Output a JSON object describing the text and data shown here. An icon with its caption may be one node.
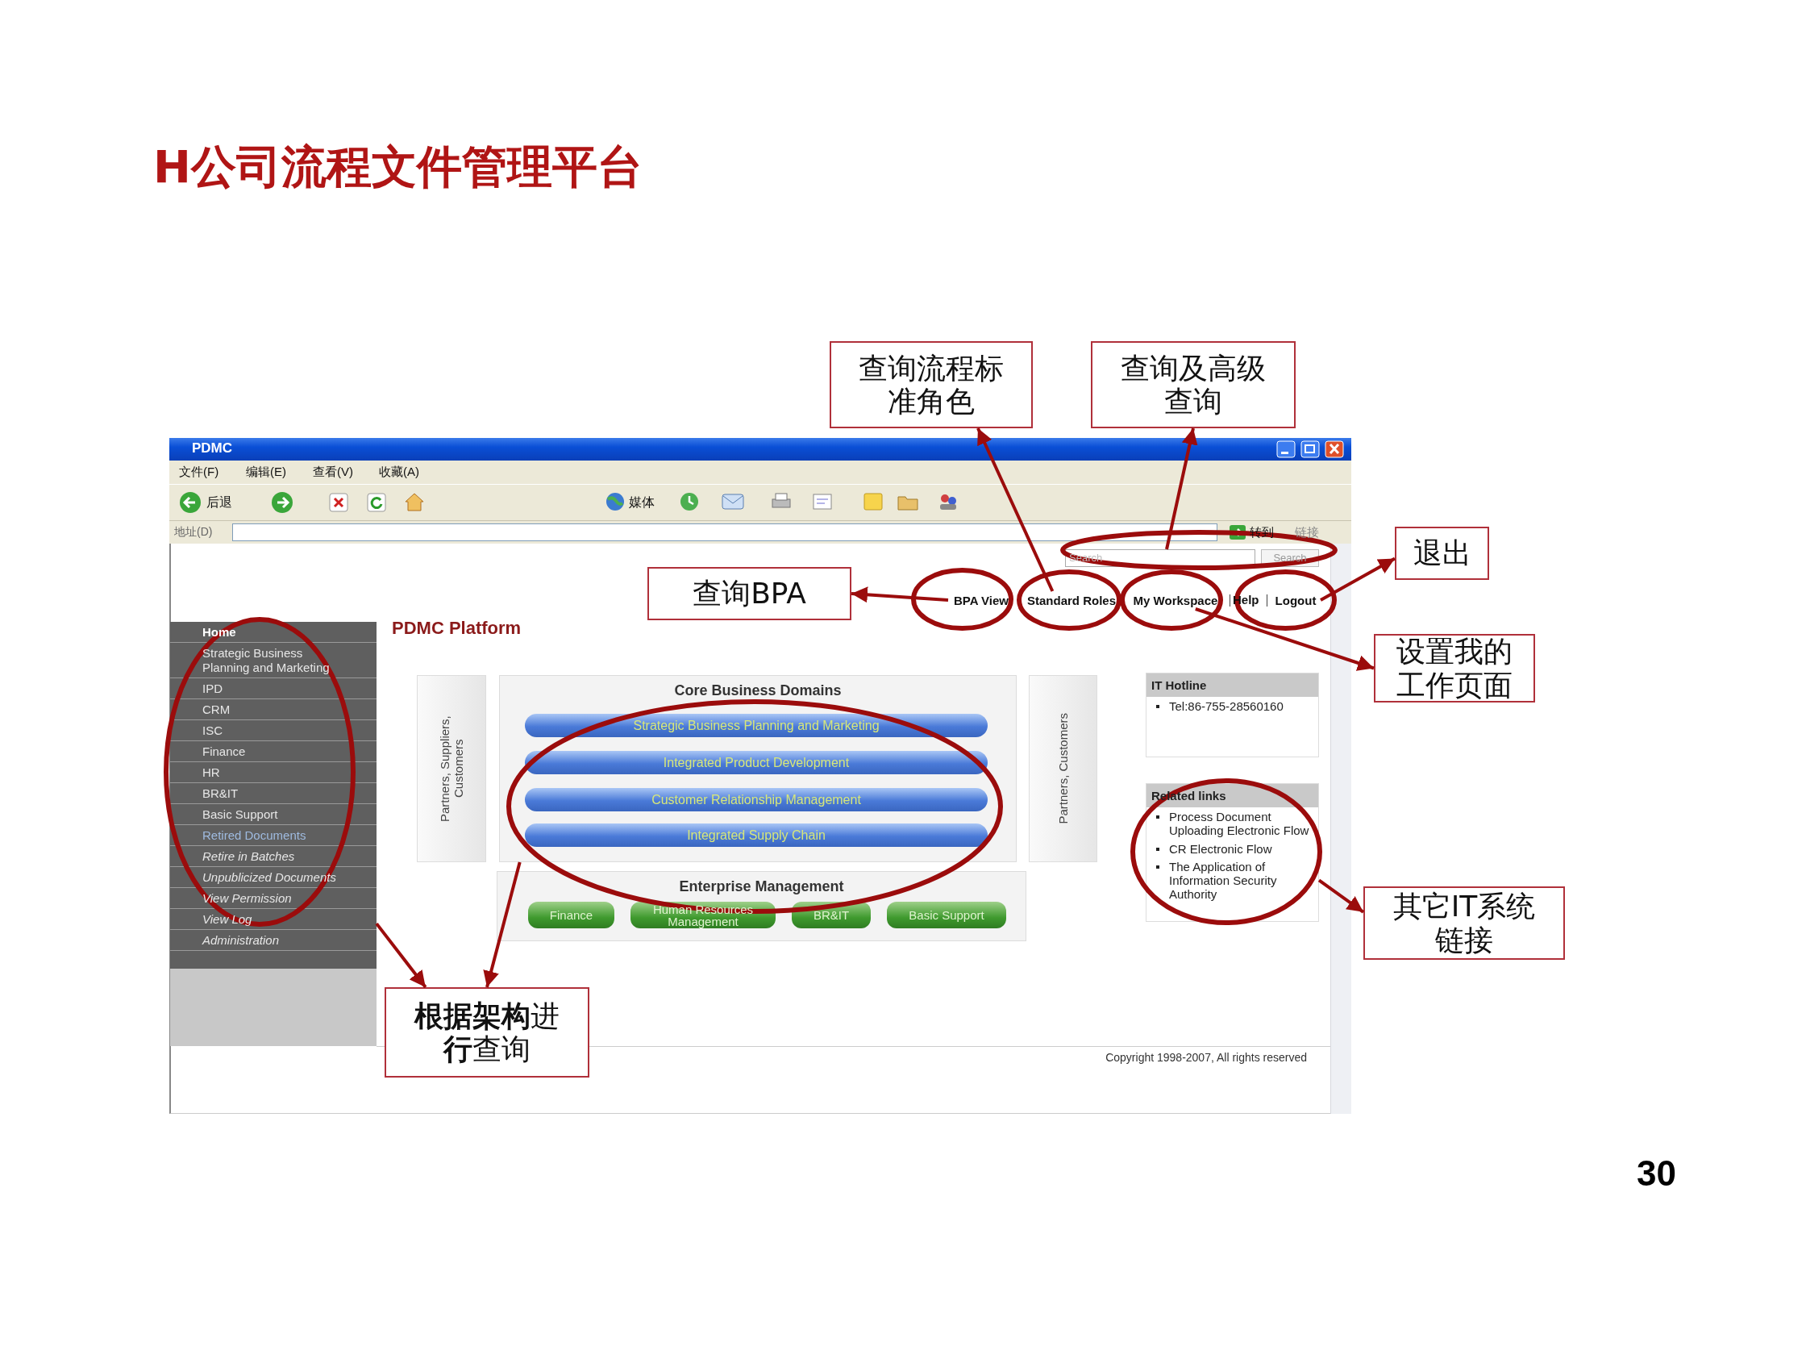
{
  "diagram": {
    "title": "H公司流程文件管理平台",
    "nodes": [
      {
        "text": [
          "查询流程标准角色"
        ]
      },
      {
        "text": [
          "查询及高级查询"
        ]
      },
      {
        "text": [
          "Search",
          "Search"
        ]
      },
      {
        "text": [
          "退出"
        ]
      },
      {
        "text": [
          "查询BPA"
        ]
      },
      {
        "text": [
          "BPA View"
        ]
      },
      {
        "text": [
          "Standard Roles"
        ]
      },
      {
        "text": [
          "My Workspace"
        ]
      },
      {
        "text": [
          "Logout"
        ]
      },
      {
        "text": [
          "设置我的工作页面"
        ]
      },
      {
        "text": [
          "Home",
          "Strategic Business Planning and Marketing",
          "IPD",
          "CRM",
          "ISC",
          "Finance",
          "HR",
          "BR&IT",
          "Basic Support",
          "Retired Documents",
          "Retire in Batches",
          "Unpublicized Documents",
          "View Permission",
          "View Log",
          "Administration"
        ]
      },
      {
        "text": [
          "Partners, Suppliers, Customers"
        ]
      },
      {
        "text": [
          "Core Business Domains"
        ]
      },
      {
        "text": [
          "Strategic Business Planning and Marketing"
        ],
        "in": 12
      },
      {
        "text": [
          "Integrated Product Development"
        ],
        "in": 12
      },
      {
        "text": [
          "Customer Relationship Management"
        ],
        "in": 12
      },
      {
        "text": [
          "Integrated Supply Chain"
        ],
        "in": 12
      },
      {
        "text": [
          "Partners, Customers"
        ]
      },
      {
        "text": [
          "IT Hotline",
          "Tel:86-755-28560160"
        ]
      },
      {
        "text": [
          "Related links",
          "Process Document Uploading Electronic Flow",
          "CR Electronic Flow",
          "The Application of Information Security Authority"
        ]
      },
      {
        "text": [
          "Enterprise Management"
        ]
      },
      {
        "text": [
          "Finance"
        ],
        "in": 20
      },
      {
        "text": [
          "Human Resources Management"
        ],
        "in": 20
      },
      {
        "text": [
          "BR&IT"
        ],
        "in": 20
      },
      {
        "text": [
          "Basic Support"
        ],
        "in": 20
      },
      {
        "text": [
          "其它IT系统链接"
        ]
      },
      {
        "text": [
          "**根据架构**进**行**查询"
        ]
      }
    ],
    "edges": [
      {
        "from": 6,
        "to": 0,
        "arrow": "to"
      },
      {
        "from": 2,
        "to": 1,
        "arrow": "to"
      },
      {
        "from": 5,
        "to": 4,
        "arrow": "to"
      },
      {
        "from": 8,
        "to": 3,
        "arrow": "to"
      },
      {
        "from": 7,
        "to": 9,
        "arrow": "to"
      },
      {
        "from": 19,
        "to": 25,
        "arrow": "to"
      },
      {
        "from": 10,
        "to": 26,
        "arrow": "to"
      },
      {
        "from": 12,
        "to": 26,
        "arrow": "to"
      }
    ],
    "labels": [
      "PDMC",
      "文件(F)",
      "编辑(E)",
      "查看(V)",
      "收藏(A)",
      "后退",
      "媒体",
      "地址(D)",
      "转到",
      "链接",
      "Help",
      "PDMC Platform",
      "Copyright 1998-2007, All rights reserved",
      "30"
    ]
  }
}
